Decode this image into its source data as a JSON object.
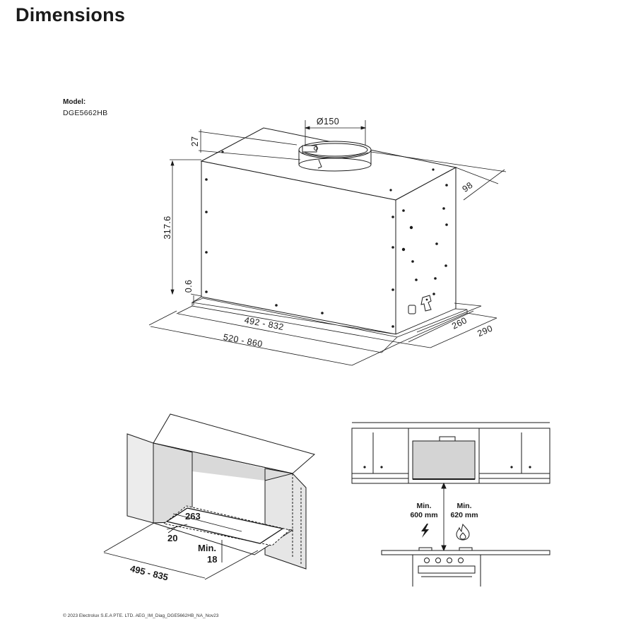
{
  "page": {
    "title": "Dimensions",
    "model_label": "Model:",
    "model_value": "DGE5662HB",
    "footer": "© 2023 Electrolux S.E.A PTE. LTD.  AEG_IM_Diag_DGE5662HB_NA_Nov23"
  },
  "hood_drawing": {
    "duct_diameter": "Ø150",
    "collar_height": "27",
    "duct_offset": "98",
    "body_height": "317.6",
    "frame_thickness": "0.6",
    "inner_width": "492  -  832",
    "outer_width": "520  -  860",
    "inner_depth": "260",
    "outer_depth": "290"
  },
  "cutout_drawing": {
    "cutout_depth": "263",
    "edge_offset": "20",
    "min_label": "Min.",
    "min_value": "18",
    "cutout_width": "495 - 835"
  },
  "clearance_drawing": {
    "electric_label": "Min.",
    "electric_value": "600 mm",
    "gas_label": "Min.",
    "gas_value": "620 mm",
    "electric_icon": "lightning-icon",
    "gas_icon": "flame-icon"
  }
}
